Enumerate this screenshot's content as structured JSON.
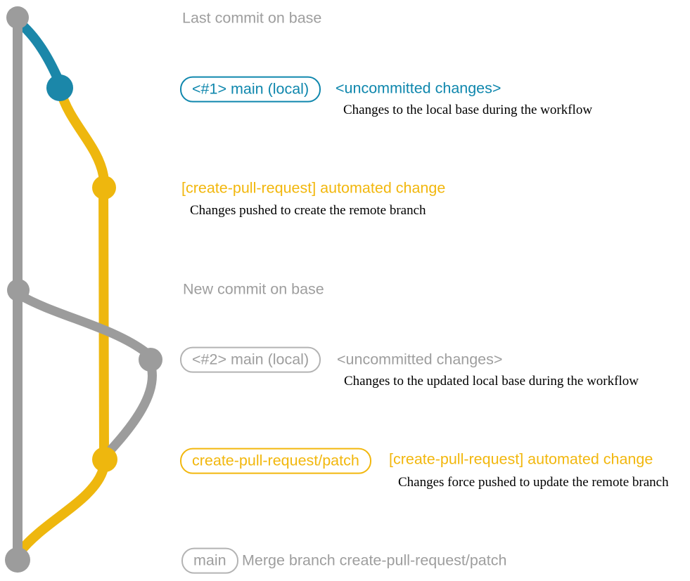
{
  "diagram": {
    "title_hint": "create-pull-request workflow git graph",
    "rows": [
      {
        "label": "Last commit on base"
      },
      {
        "tag": "<#1> main (local)",
        "status": "<uncommitted changes>",
        "note": "Changes to the local base during the workflow"
      },
      {
        "message": "[create-pull-request] automated change",
        "note": "Changes pushed to create the remote branch"
      },
      {
        "label": "New commit on base"
      },
      {
        "tag": "<#2> main (local)",
        "status": "<uncommitted changes>",
        "note": "Changes to the updated local base during the workflow"
      },
      {
        "tag": "create-pull-request/patch",
        "message": "[create-pull-request] automated change",
        "note": "Changes force pushed to update the remote branch"
      },
      {
        "tag": "main",
        "message": "Merge branch create-pull-request/patch"
      }
    ],
    "colors": {
      "base_branch": "#9c9c9c",
      "local_branch": "#1b87a9",
      "patch_branch": "#eeb70e",
      "gray_text": "#9e9e9e",
      "blue_text": "#0f87ad",
      "yellow_text": "#f2b70d",
      "annotation_text": "#000000",
      "background": "#ffffff"
    }
  }
}
